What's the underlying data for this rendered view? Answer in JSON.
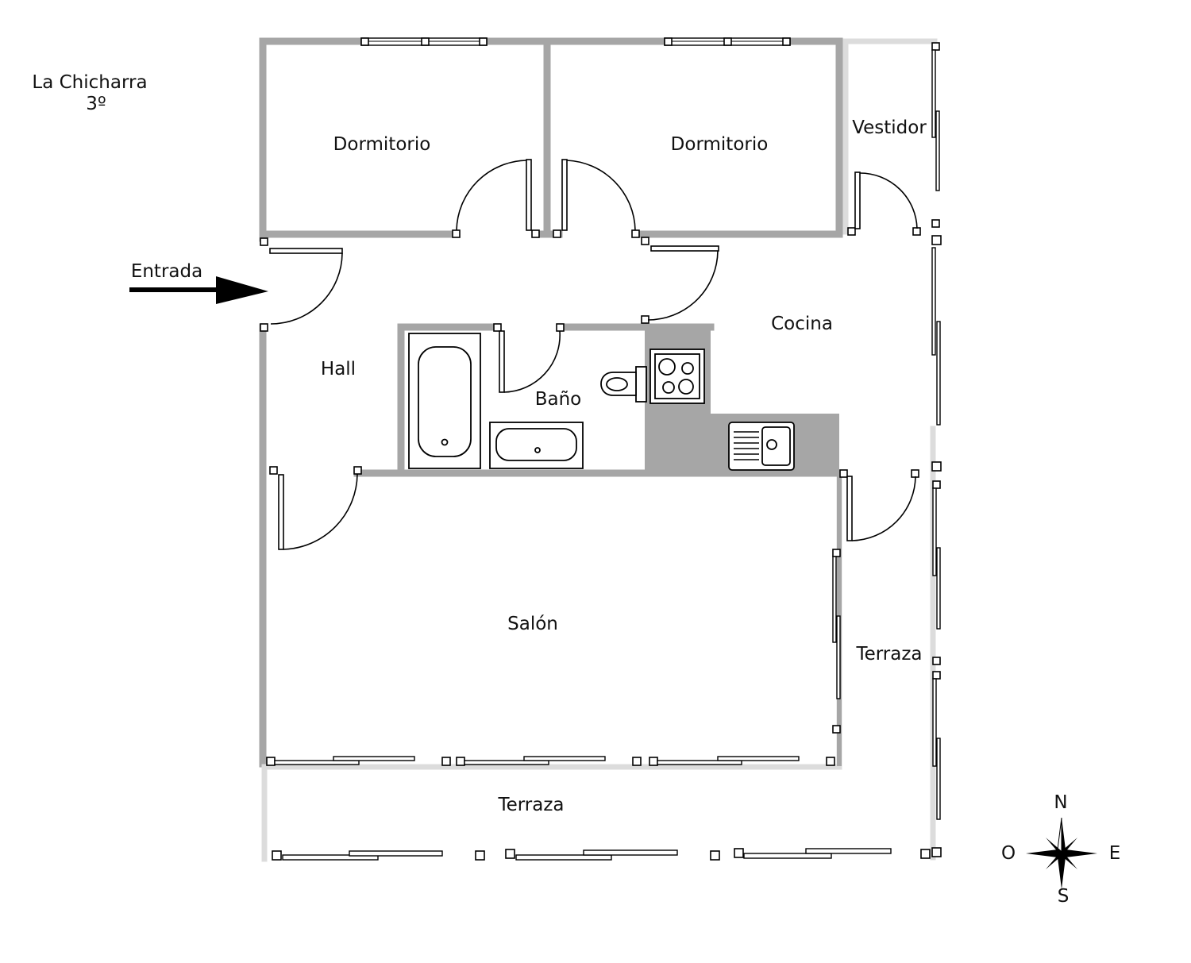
{
  "title": {
    "name": "La Chicharra",
    "floor": "3º"
  },
  "entrance_label": "Entrada",
  "rooms": {
    "bedroom_1": "Dormitorio",
    "bedroom_2": "Dormitorio",
    "dressing": "Vestidor",
    "kitchen": "Cocina",
    "hall": "Hall",
    "bathroom": "Baño",
    "living": "Salón",
    "terrace_east": "Terraza",
    "terrace_south": "Terraza"
  },
  "compass": {
    "north": "N",
    "south": "S",
    "east": "E",
    "west": "O"
  },
  "colors": {
    "wall": "#a6a6a6",
    "wall_light": "#dcdcdc",
    "fixture": "#000000",
    "counter": "#a6a6a6"
  }
}
